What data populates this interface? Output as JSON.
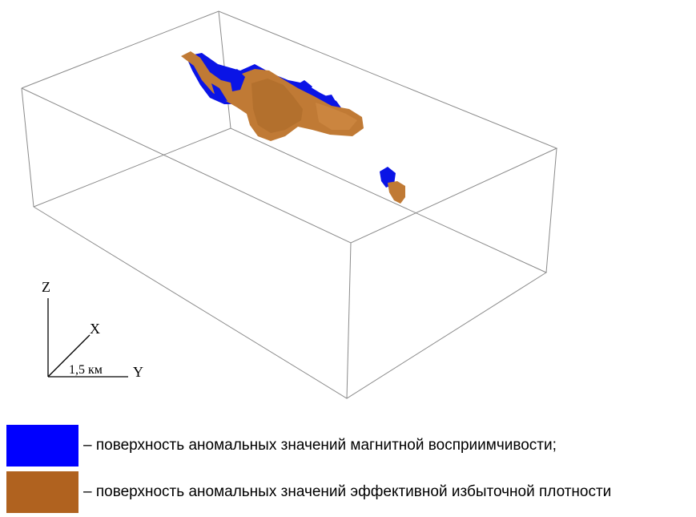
{
  "axes": {
    "z_label": "Z",
    "x_label": "X",
    "y_label": "Y",
    "scale_label": "1,5 км"
  },
  "legend": [
    {
      "text": "– поверхность аномальных значений магнитной восприимчивости;",
      "color": "#0000ff"
    },
    {
      "text": "– поверхность аномальных значений эффективной избыточной плотности",
      "color": "#b0621f"
    }
  ],
  "colors": {
    "magnetic_surface": "#0a14e6",
    "density_surface": "#c07a35",
    "box_edges": "#8a8a8a"
  }
}
